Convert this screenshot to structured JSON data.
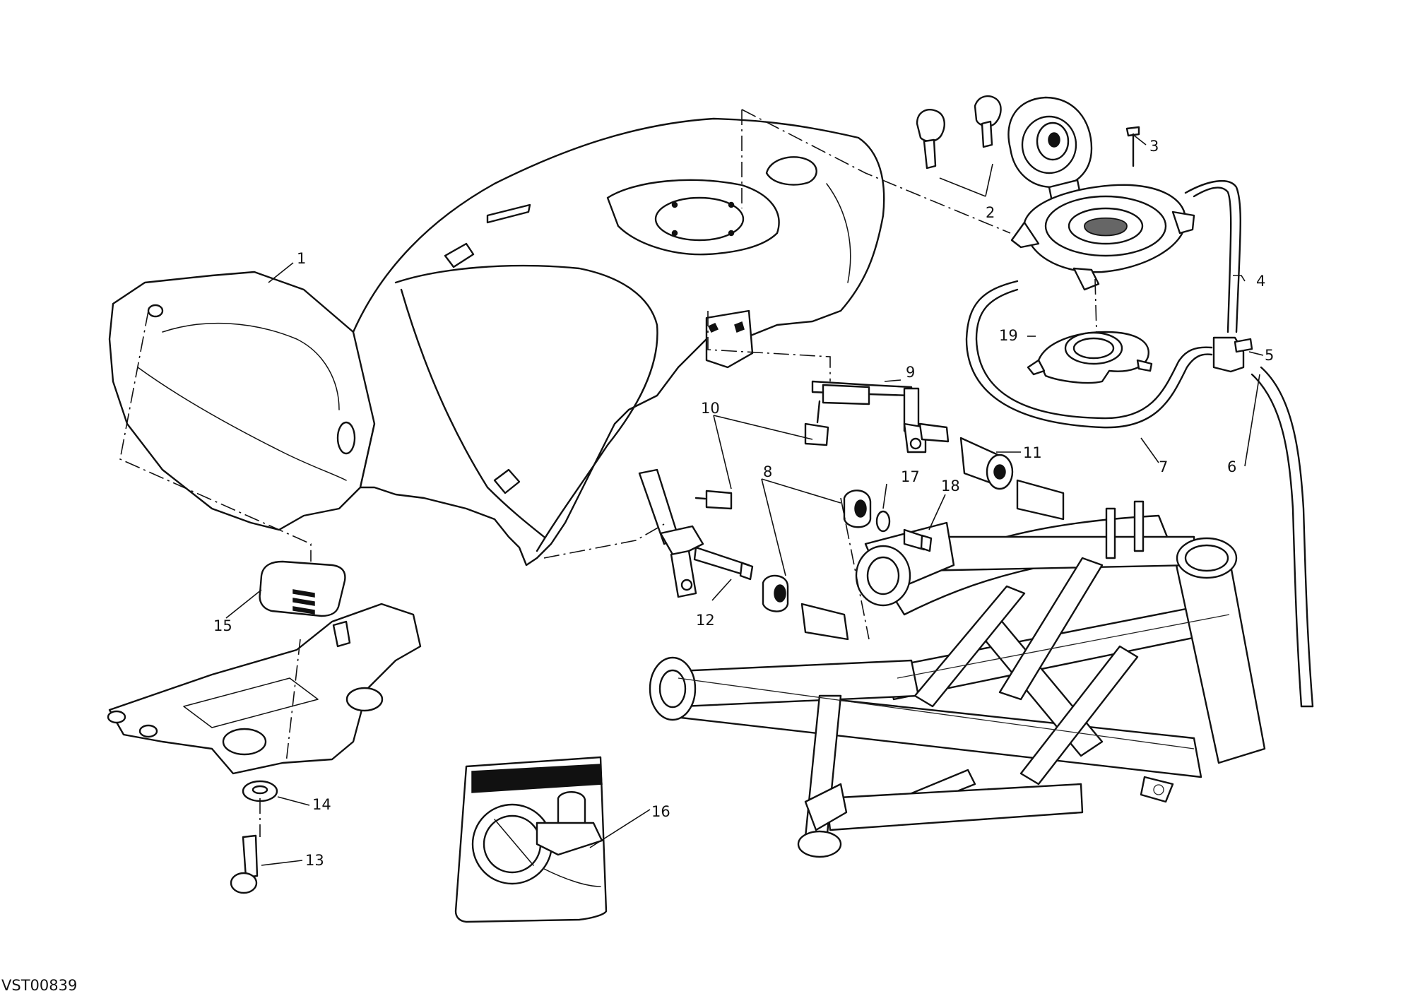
{
  "diagram": {
    "drawing_code": "VST00839",
    "callouts": [
      "1",
      "2",
      "3",
      "4",
      "5",
      "6",
      "7",
      "8",
      "9",
      "10",
      "11",
      "12",
      "13",
      "14",
      "15",
      "16",
      "17",
      "18",
      "19"
    ]
  }
}
